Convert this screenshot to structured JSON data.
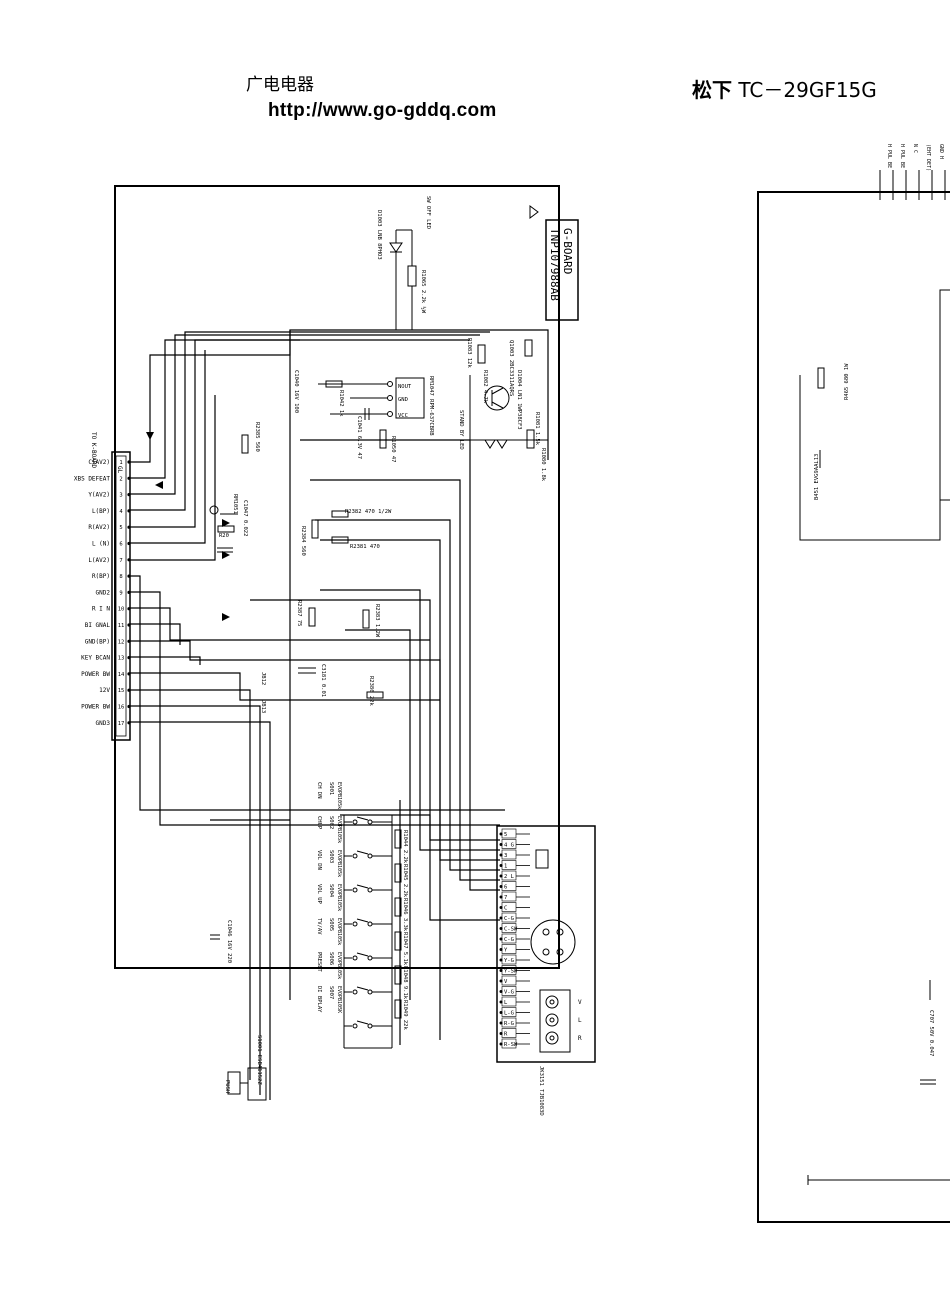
{
  "header": {
    "site_name": "广电电器",
    "site_url": "http://www.go-gddq.com",
    "brand": "松下",
    "model": "TC－29GF15G"
  },
  "board": {
    "name": "G-BOARD",
    "part_no": "TNP107988AB",
    "connector": "GL",
    "to_label": "TO\nK-BOARD"
  },
  "connector_pins": [
    "C(AV2)",
    "XBS DEFEAT",
    "Y(AV2)",
    "L(BP)",
    "R(AV2)",
    "L (N)",
    "L(AV2)",
    "R(BP)",
    "GND2",
    "R I N",
    "BI GNAL",
    "GND(BP)",
    "KEY BCAN",
    "POWER BW",
    "12V",
    "POWER BW",
    "GND3"
  ],
  "connector_numbers": [
    "1",
    "2",
    "3",
    "4",
    "5",
    "6",
    "7",
    "8",
    "9",
    "10",
    "11",
    "12",
    "13",
    "14",
    "15",
    "16",
    "17"
  ],
  "components": {
    "d1003": "D1003\nLNB 8PHO3",
    "sw_led": "SW OFF LED",
    "r1065": "R1065\n2.2k\n½W",
    "q1003": "Q1003\n2BC3311AQRS",
    "d1004": "D1004\nLN1 1WP38CF3",
    "r1083": "R1083\n12k",
    "r1082": "R1082\n4.7k",
    "r1081": "R1081\n1.5k",
    "r1080": "R1080\n1.8k",
    "standby": "STAND BY LED",
    "rm1047": "RM1047\nRPM-637CBRB",
    "c1041": "C1041\n6.3V\n47",
    "r1050": "R1050\n47",
    "r1042": "R1042\n1k",
    "c1040": "C1040\n16V\n100",
    "r2385": "R2385\n560",
    "r2384": "R2384\n560",
    "r2382": "R2382\n470  1/2W",
    "r2381": "R2381  470",
    "r2387": "R2387\n75",
    "r2383": "R2383\n1.2W",
    "c3181": "C3181\n0.01",
    "r2386": "R2386\n22k",
    "jb12": "JB12",
    "jb13": "JB13",
    "rm1051": "RM1051",
    "c1047": "C1047\n0.022",
    "r20": "R20",
    "c1046": "C1046\n16V 220",
    "s1001": "S1001\nESB41152Z",
    "push": "PUSH",
    "jk3151": "JK3151\nTJB1083D",
    "r465": "R465\n680\n1W",
    "b451": "B451\nEVG9AAL13",
    "c707": "C707\n50V\n0.047"
  },
  "switches": [
    {
      "ref": "S001",
      "label": "CH DN",
      "part": "EVOPB105k"
    },
    {
      "ref": "S002",
      "label": "CHUP",
      "part": "EVOPB105k"
    },
    {
      "ref": "S003",
      "label": "VOL DN",
      "part": "EVOPB105k"
    },
    {
      "ref": "S004",
      "label": "VOL UP",
      "part": "EVOPB105k"
    },
    {
      "ref": "S005",
      "label": "TV/AV",
      "part": "EVOPB105k"
    },
    {
      "ref": "S006",
      "label": "PRESET",
      "part": "EVOPB105k"
    },
    {
      "ref": "S007",
      "label": "DI BPLAY",
      "part": "EVOPB105K"
    }
  ],
  "switch_resistors": [
    {
      "ref": "R1044",
      "value": "2.2k"
    },
    {
      "ref": "R1045",
      "value": "2.2k"
    },
    {
      "ref": "R1046",
      "value": "3.3k"
    },
    {
      "ref": "R1047",
      "value": "5.1k"
    },
    {
      "ref": "R1048",
      "value": "9.1k"
    },
    {
      "ref": "R1049",
      "value": "22k"
    }
  ],
  "jack_pins": [
    "5",
    "4 G",
    "3",
    "1",
    "2 L",
    "6",
    "7",
    "C",
    "C-G",
    "C-SW",
    "C-G",
    "Y",
    "Y-G",
    "Y-SW",
    "V",
    "V-G",
    "L",
    "L-G",
    "R-G",
    "R",
    "R-SW"
  ],
  "right_board_top_labels": [
    "H PUL BE",
    "H PUL BE",
    "N C",
    "(EHT DET)",
    "GND H"
  ]
}
